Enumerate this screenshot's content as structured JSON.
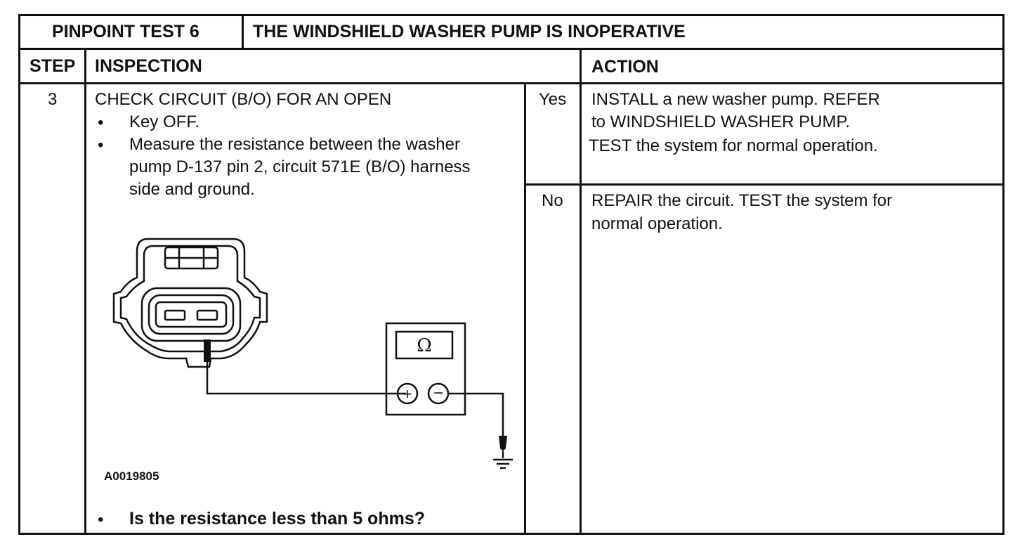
{
  "header": {
    "test_label": "PINPOINT TEST 6",
    "test_title": "THE WINDSHIELD WASHER PUMP IS INOPERATIVE"
  },
  "columns": {
    "step": "STEP",
    "inspection": "INSPECTION",
    "action": "ACTION"
  },
  "row": {
    "step": "3",
    "check_title": "CHECK CIRCUIT (B/O) FOR AN OPEN",
    "bullets": [
      "Key OFF.",
      "Measure the resistance between the washer",
      "pump D-137 pin 2, circuit 571E (B/O) harness",
      "side and ground."
    ],
    "bullet_symbol": "•",
    "figure_id": "A0019805",
    "question": "Is the resistance less than 5 ohms?",
    "meter_symbol": "Ω",
    "yes_label": "Yes",
    "yes_action": [
      "INSTALL a new washer pump.  REFER",
      "to WINDSHIELD WASHER PUMP.",
      "TEST the system for normal operation."
    ],
    "no_label": "No",
    "no_action": [
      "REPAIR the circuit.  TEST the system for",
      "normal operation."
    ]
  }
}
